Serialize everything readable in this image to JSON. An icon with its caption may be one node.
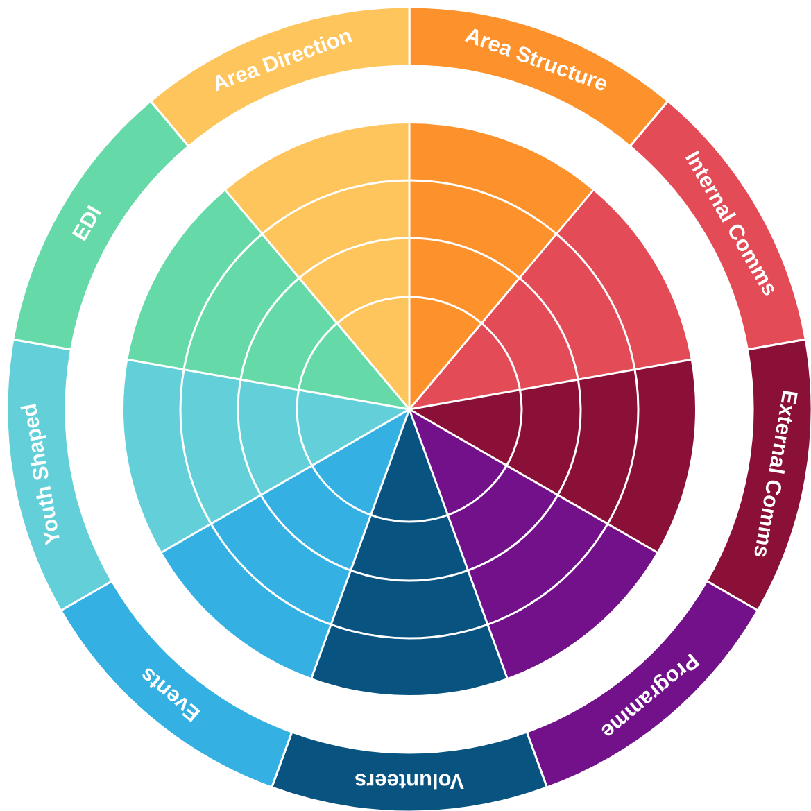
{
  "diagram": {
    "nodes": [
      {
        "text": [
          "Area Structure"
        ]
      },
      {
        "text": [
          "Internal Comms"
        ]
      },
      {
        "text": [
          "External Comms"
        ]
      },
      {
        "text": [
          "Programme"
        ]
      },
      {
        "text": [
          "Volunteers"
        ]
      },
      {
        "text": [
          "Events"
        ]
      },
      {
        "text": [
          "Youth Shaped"
        ]
      },
      {
        "text": [
          "EDI"
        ]
      },
      {
        "text": [
          "Area Direction"
        ]
      }
    ]
  }
}
